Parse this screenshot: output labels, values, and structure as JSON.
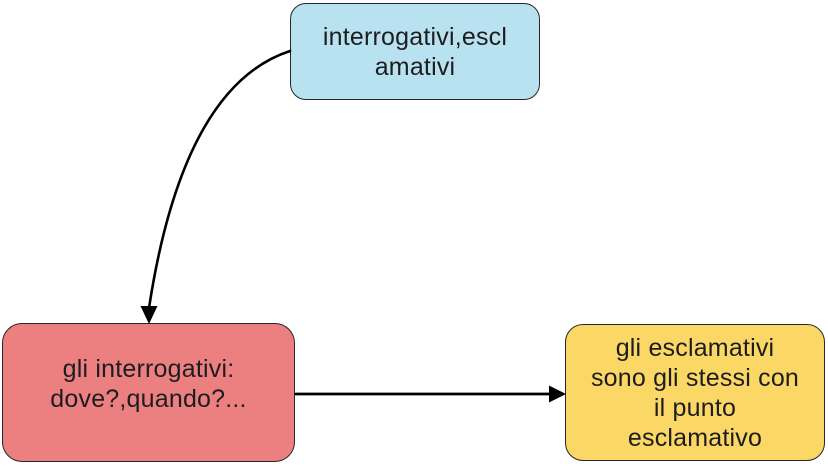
{
  "diagram": {
    "type": "concept-map",
    "background": "#ffffff",
    "text_color": "#1d1d1f",
    "arrow_color": "#000000",
    "nodes": [
      {
        "id": "root",
        "label": [
          "interrogativi,escl",
          "amativi"
        ],
        "fill": "#b9e2f0",
        "stroke": "#26262b"
      },
      {
        "id": "interrogativi",
        "label": [
          "gli interrogativi:",
          "dove?,quando?..."
        ],
        "fill": "#ec7f7f",
        "stroke": "#26262b"
      },
      {
        "id": "esclamativi",
        "label": [
          "gli esclamativi",
          "sono gli stessi con",
          "il punto",
          "esclamativo"
        ],
        "fill": "#fbd765",
        "stroke": "#26262b"
      }
    ],
    "connectors": [
      {
        "from": "root",
        "to": "interrogativi",
        "shape": "curved",
        "arrowhead": "filled-triangle"
      },
      {
        "from": "interrogativi",
        "to": "esclamativi",
        "shape": "straight",
        "arrowhead": "filled-triangle"
      }
    ]
  }
}
